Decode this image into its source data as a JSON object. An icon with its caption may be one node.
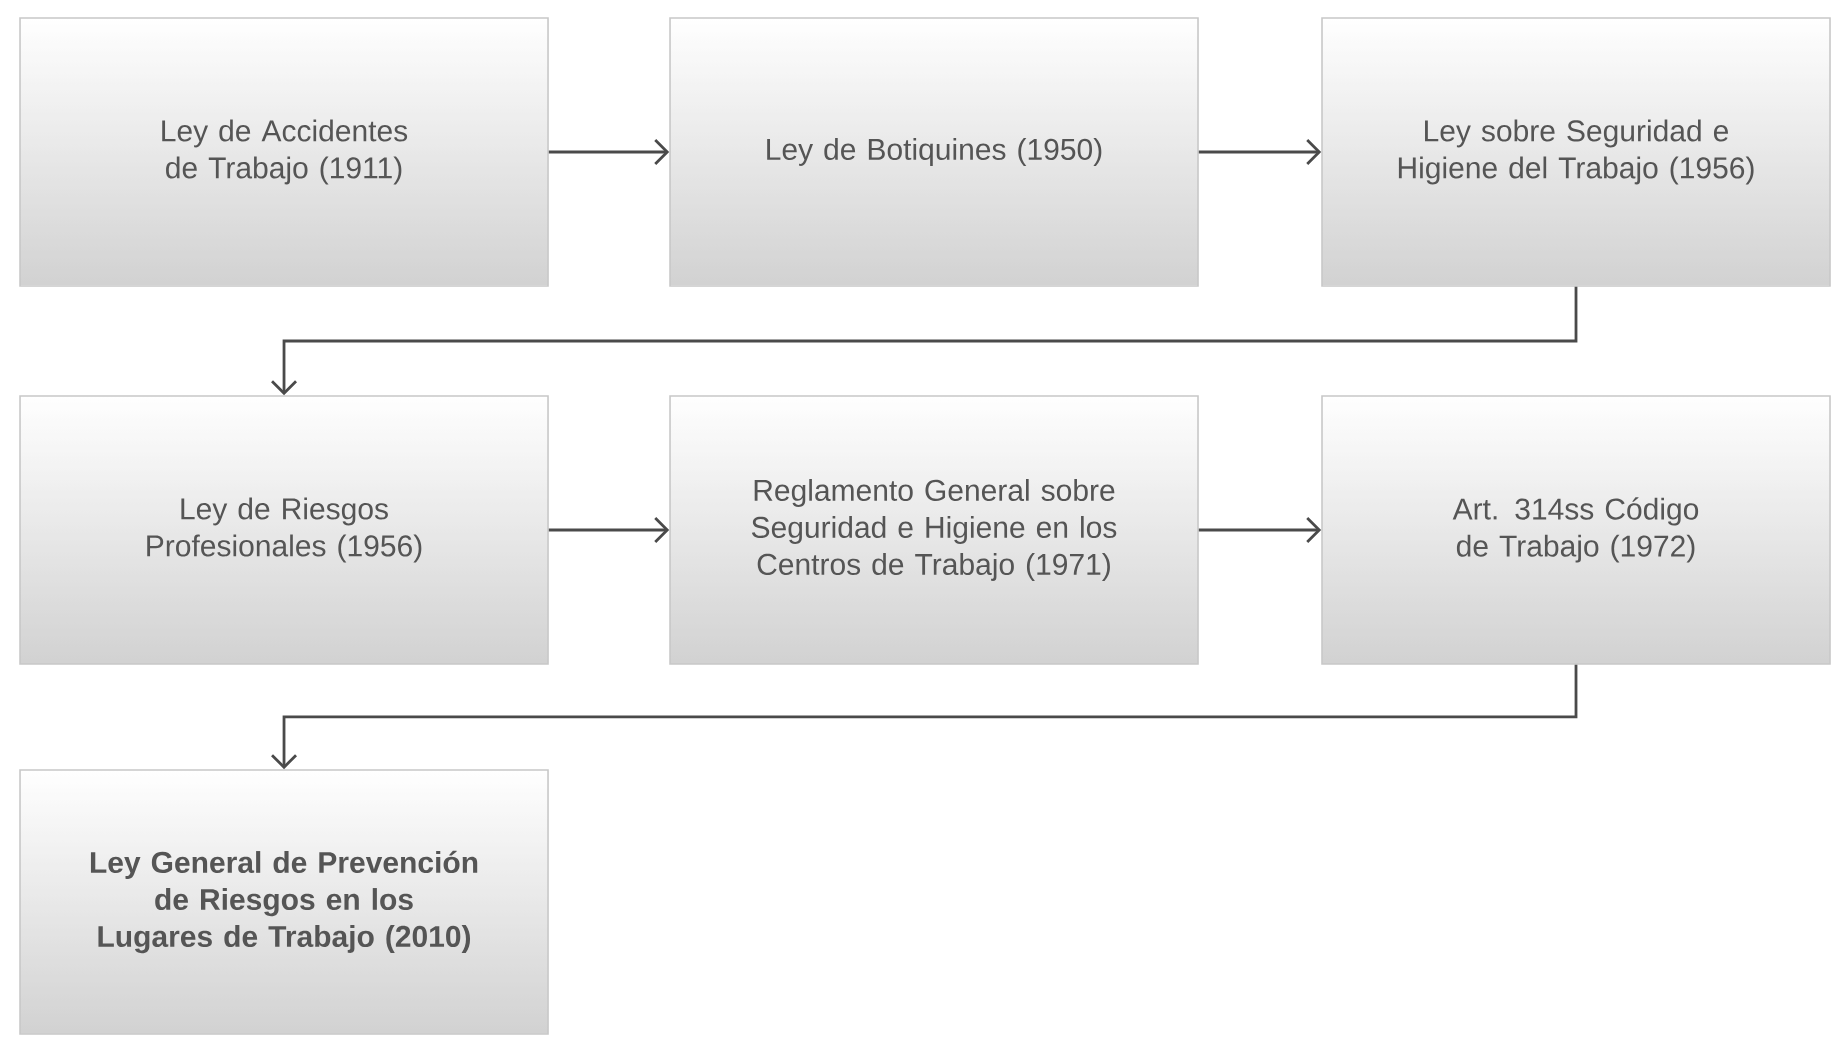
{
  "diagram": {
    "nodes": [
      {
        "text": [
          "Ley de Accidentes de Trabajo (1911)"
        ]
      },
      {
        "text": [
          "Ley de Botiquines (1950)"
        ]
      },
      {
        "text": [
          "Ley sobre Seguridad e Higiene del Trabajo (1956)"
        ]
      },
      {
        "text": [
          "Ley de Riesgos Profesionales (1956)"
        ]
      },
      {
        "text": [
          "Reglamento General sobre Seguridad e Higiene en los Centros de Trabajo (1971)"
        ]
      },
      {
        "text": [
          "Art. 314ss Código de Trabajo (1972)"
        ]
      },
      {
        "text": [
          "Ley General de Prevención de Riesgos en los Lugares de Trabajo (2010)"
        ]
      }
    ],
    "edges": [
      {
        "from": 0,
        "to": 1,
        "arrow": "to"
      },
      {
        "from": 1,
        "to": 2,
        "arrow": "to"
      },
      {
        "from": 2,
        "to": 3,
        "arrow": "to"
      },
      {
        "from": 3,
        "to": 4,
        "arrow": "to"
      },
      {
        "from": 4,
        "to": 5,
        "arrow": "to"
      },
      {
        "from": 5,
        "to": 6,
        "arrow": "to"
      }
    ]
  }
}
